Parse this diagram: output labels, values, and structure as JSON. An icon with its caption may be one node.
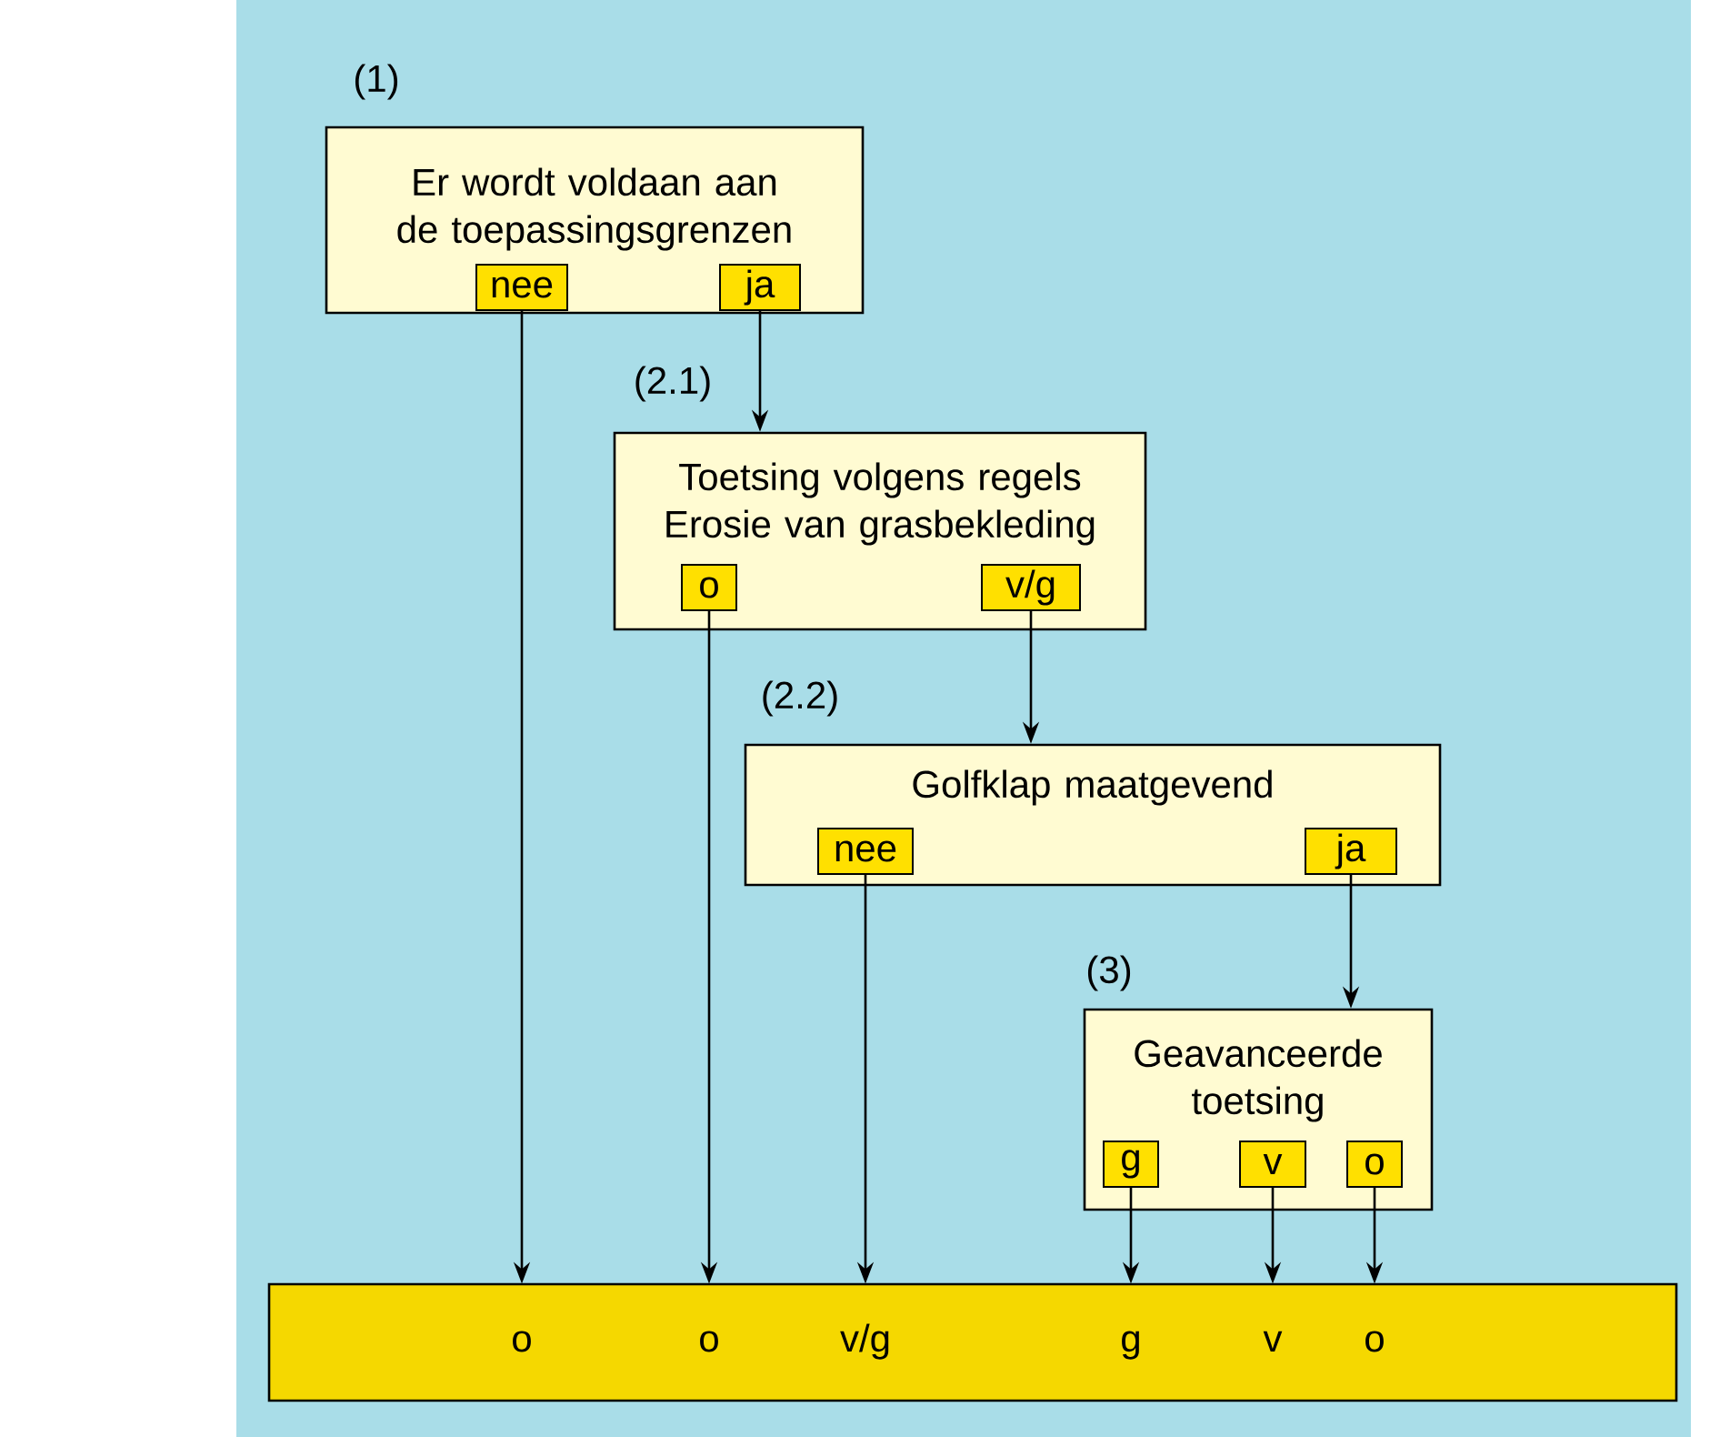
{
  "diagram": {
    "nodes": [
      {
        "text": [
          "Er wordt voldaan aan de toepassingsgrenzen"
        ],
        "beside": [
          "(1)"
        ]
      },
      {
        "text": [
          "nee"
        ],
        "in": 0
      },
      {
        "text": [
          "ja"
        ],
        "in": 0
      },
      {
        "text": [
          "Toetsing volgens regels Erosie van grasbekleding"
        ],
        "beside": [
          "(2.1)"
        ]
      },
      {
        "text": [
          "o"
        ],
        "in": 3
      },
      {
        "text": [
          "v/g"
        ],
        "in": 3
      },
      {
        "text": [
          "Golfklap maatgevend"
        ],
        "beside": [
          "(2.2)"
        ]
      },
      {
        "text": [
          "nee"
        ],
        "in": 6
      },
      {
        "text": [
          "ja"
        ],
        "in": 6
      },
      {
        "text": [
          "Geavanceerde toetsing"
        ],
        "beside": [
          "(3)"
        ]
      },
      {
        "text": [
          "g"
        ],
        "in": 9
      },
      {
        "text": [
          "v"
        ],
        "in": 9
      },
      {
        "text": [
          "o"
        ],
        "in": 9
      },
      {
        "text": [],
        "shape": "bar"
      },
      {
        "text": [
          "o"
        ],
        "in": 13
      },
      {
        "text": [
          "o"
        ],
        "in": 13
      },
      {
        "text": [
          "v/g"
        ],
        "in": 13
      },
      {
        "text": [
          "g"
        ],
        "in": 13
      },
      {
        "text": [
          "v"
        ],
        "in": 13
      },
      {
        "text": [
          "o"
        ],
        "in": 13
      }
    ],
    "edges": [
      {
        "from": 1,
        "to": 14,
        "arrow": "to"
      },
      {
        "from": 2,
        "to": 3,
        "arrow": "to"
      },
      {
        "from": 4,
        "to": 15,
        "arrow": "to"
      },
      {
        "from": 5,
        "to": 6,
        "arrow": "to"
      },
      {
        "from": 7,
        "to": 16,
        "arrow": "to"
      },
      {
        "from": 8,
        "to": 9,
        "arrow": "to"
      },
      {
        "from": 10,
        "to": 17,
        "arrow": "to"
      },
      {
        "from": 11,
        "to": 18,
        "arrow": "to"
      },
      {
        "from": 12,
        "to": 19,
        "arrow": "to"
      }
    ]
  }
}
